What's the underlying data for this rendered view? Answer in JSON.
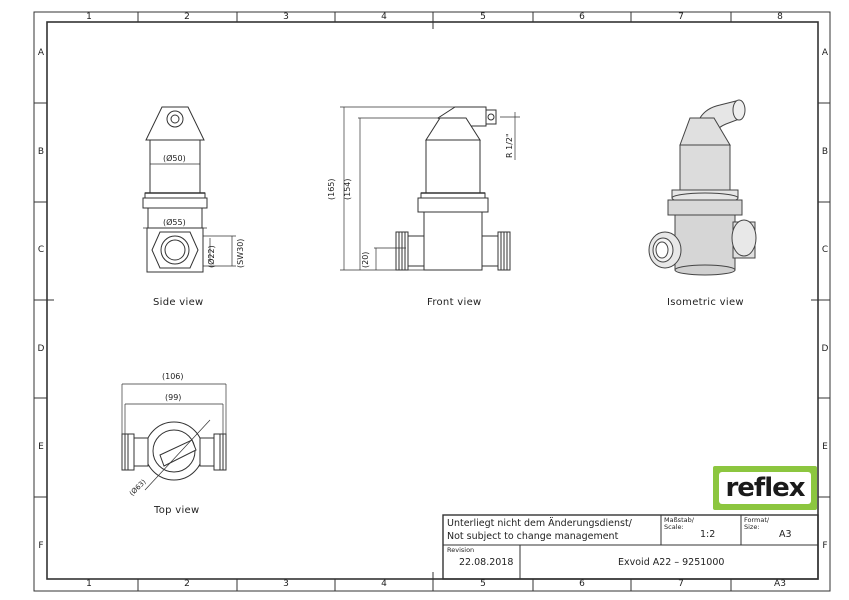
{
  "frame": {
    "col_labels": [
      "1",
      "2",
      "3",
      "4",
      "5",
      "6",
      "7",
      "8"
    ],
    "row_labels": [
      "A",
      "B",
      "C",
      "D",
      "E",
      "F"
    ]
  },
  "views": {
    "side": {
      "caption": "Side view",
      "dims": [
        "(Ø50)",
        "(Ø55)",
        "(Ø22)",
        "(SW30)"
      ]
    },
    "front": {
      "caption": "Front view",
      "dims": [
        "(165)",
        "(154)",
        "(20)",
        "R 1/2\""
      ]
    },
    "iso": {
      "caption": "Isometric view"
    },
    "top": {
      "caption": "Top view",
      "dims": [
        "(106)",
        "(99)",
        "(Ø63)"
      ]
    }
  },
  "logo": {
    "text": "reflex",
    "color": "#8cc63f"
  },
  "title_block": {
    "notice_de": "Unterliegt nicht dem Änderungsdienst/",
    "notice_en": "Not subject to change management",
    "scale_label": "Maßstab/\nScale:",
    "scale_value": "1:2",
    "format_label": "Format/\nSize:",
    "format_value": "A3",
    "revision_label": "Revision",
    "revision_value": "22.08.2018",
    "drawing_title": "Exvoid A22  –  9251000"
  },
  "bottom_last_col": "A3"
}
